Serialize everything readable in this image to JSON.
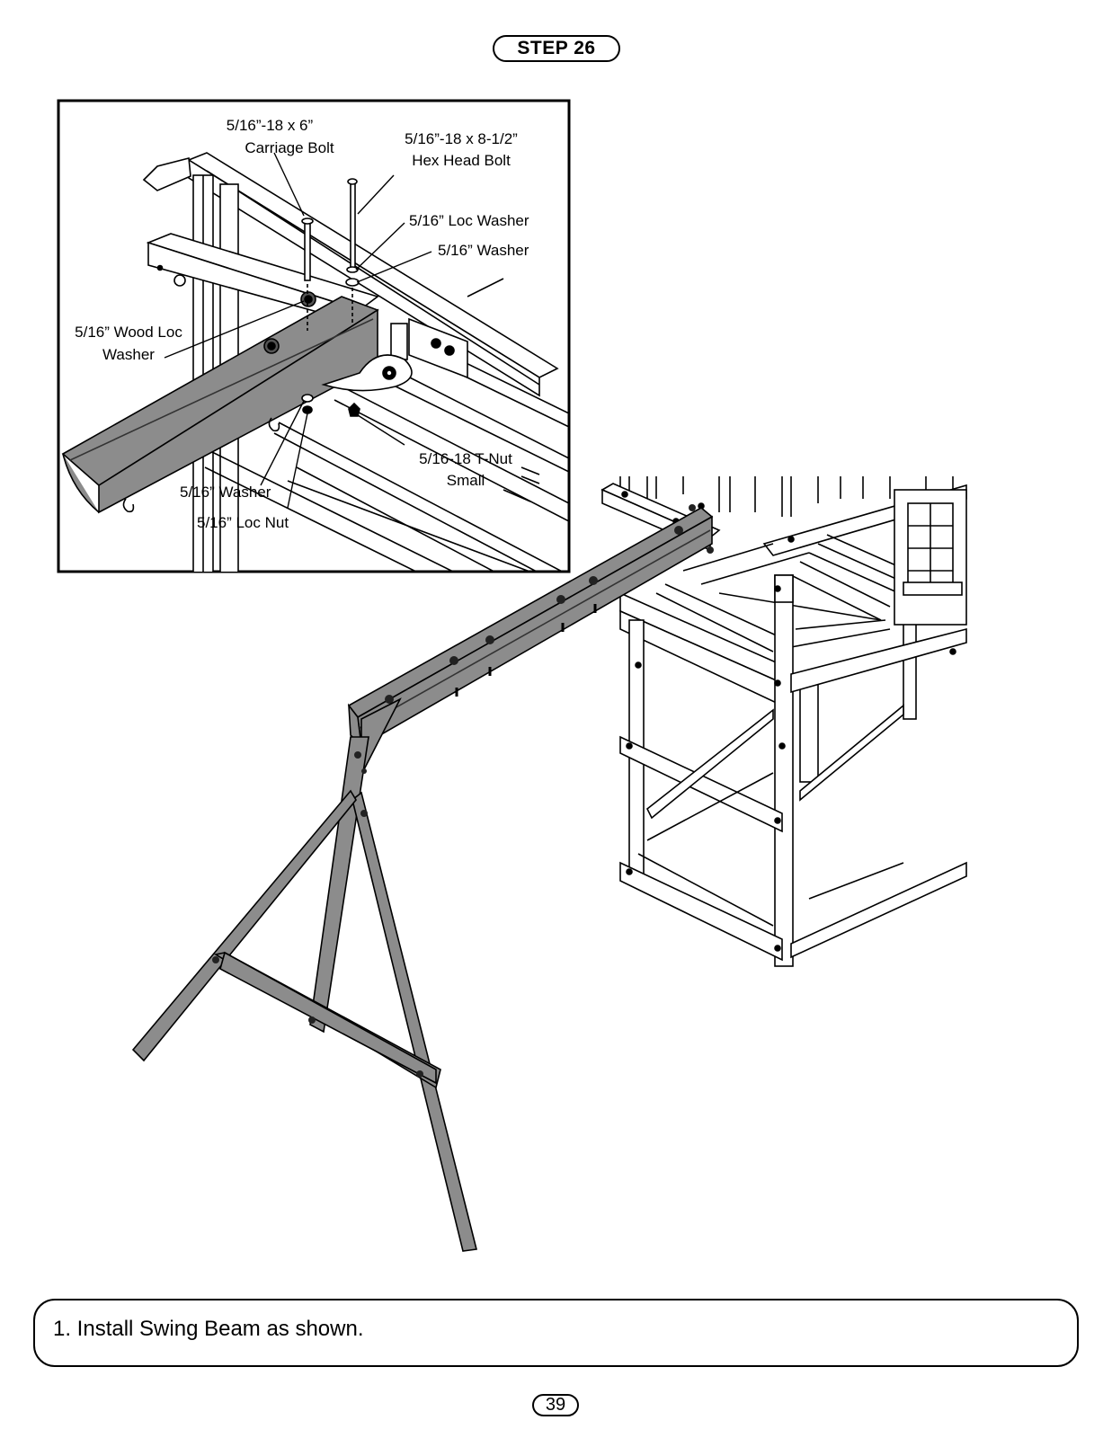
{
  "step": {
    "title": "STEP 26"
  },
  "labels": {
    "carriage_bolt": [
      "5/16”-18 x 6”",
      "Carriage Bolt"
    ],
    "hex_bolt": [
      "5/16”-18 x 8-1/2”",
      "Hex Head Bolt"
    ],
    "loc_washer": "5/16” Loc Washer",
    "washer_top": "5/16” Washer",
    "wood_loc_washer": [
      "5/16” Wood Loc",
      "Washer"
    ],
    "t_nut": [
      "5/16-18 T-Nut",
      "Small"
    ],
    "washer_bottom": "5/16” Washer",
    "loc_nut": "5/16” Loc Nut"
  },
  "instructions": [
    "1. Install Swing Beam as shown."
  ],
  "page_number": "39"
}
